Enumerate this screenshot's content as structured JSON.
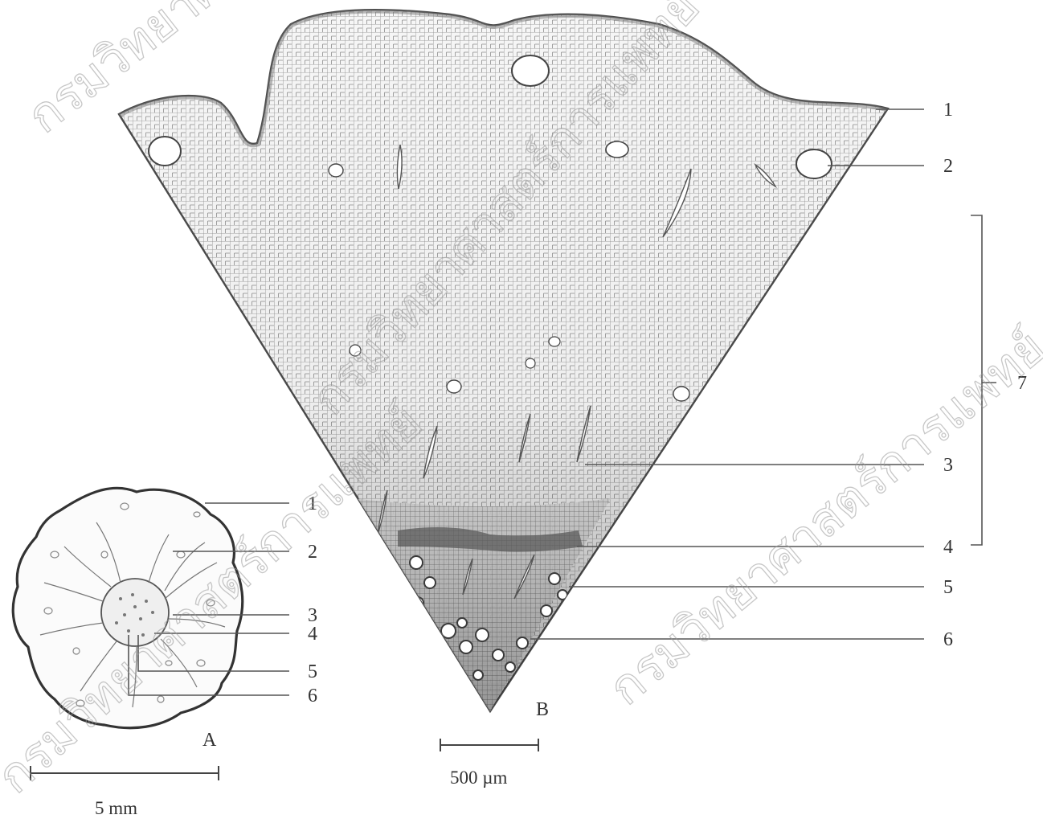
{
  "panel_a": {
    "label": "A",
    "labels": [
      "1",
      "2",
      "3",
      "4",
      "5",
      "6"
    ],
    "scale_bar": "5 mm"
  },
  "panel_b": {
    "label": "B",
    "labels": [
      "1",
      "2",
      "3",
      "4",
      "5",
      "6",
      "7"
    ],
    "scale_bar": "500 µm"
  },
  "watermark": {
    "text": "กรมวิทยาศาสตร์การแพทย์"
  },
  "colors": {
    "tissue_fill": "#f4f4f4",
    "tissue_dark": "#6e6e6e",
    "outline": "#4a4a4a",
    "text": "#333333"
  }
}
